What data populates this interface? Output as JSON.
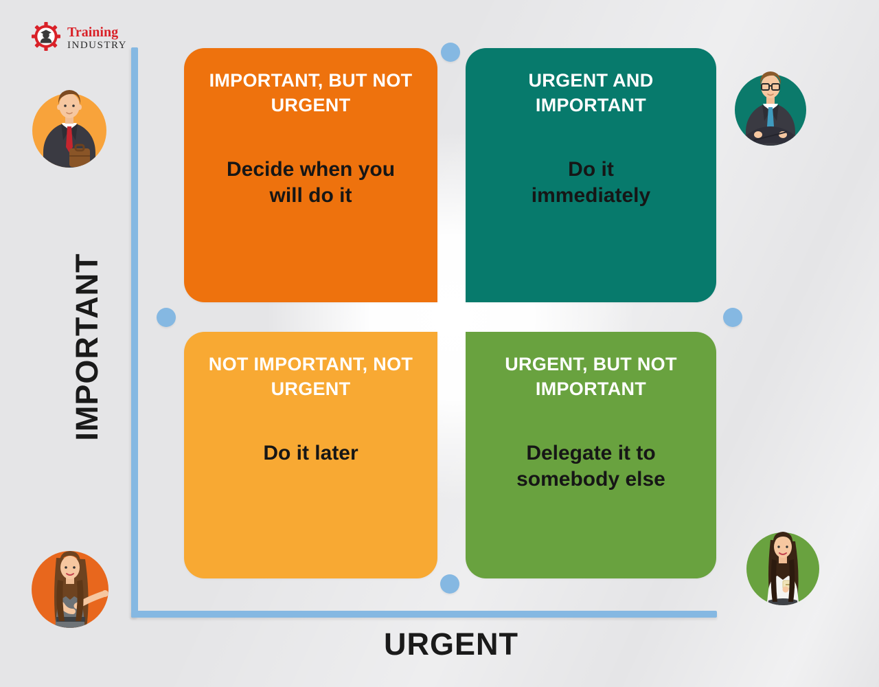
{
  "logo": {
    "brand_top": "Training",
    "brand_bottom": "INDUSTRY",
    "icon": "gear-person-icon",
    "red": "#d92128",
    "dark": "#2b2b2b"
  },
  "matrix": {
    "y_axis_label": "IMPORTANT",
    "x_axis_label": "URGENT",
    "axis_color": "#85b8e2",
    "dot_color": "#85b8e2",
    "quadrants": [
      {
        "position": "top-left",
        "title": "IMPORTANT, BUT NOT URGENT",
        "action": "Decide when you will do it",
        "color": "#ee720d"
      },
      {
        "position": "top-right",
        "title": "URGENT AND IMPORTANT",
        "action": "Do it immediately",
        "color": "#077a6c"
      },
      {
        "position": "bottom-left",
        "title": "NOT IMPORTANT, NOT URGENT",
        "action": "Do it later",
        "color": "#f8a933"
      },
      {
        "position": "bottom-right",
        "title": "URGENT, BUT NOT IMPORTANT",
        "action": "Delegate it to somebody else",
        "color": "#69a23f"
      }
    ]
  },
  "avatars": [
    {
      "name": "businessman-with-briefcase",
      "position": "top-left",
      "circle_color": "#f8a33b"
    },
    {
      "name": "businessman-glasses-crossed-arms",
      "position": "top-right",
      "circle_color": "#0b7a6b"
    },
    {
      "name": "woman-pointing",
      "position": "bottom-left",
      "circle_color": "#e8671d"
    },
    {
      "name": "woman-holding-card",
      "position": "bottom-right",
      "circle_color": "#69a23f"
    }
  ],
  "colors": {
    "background": "#e5e5e7",
    "label_text": "#1a1a1a",
    "card_title_text": "#ffffff",
    "card_action_text": "#161616"
  }
}
